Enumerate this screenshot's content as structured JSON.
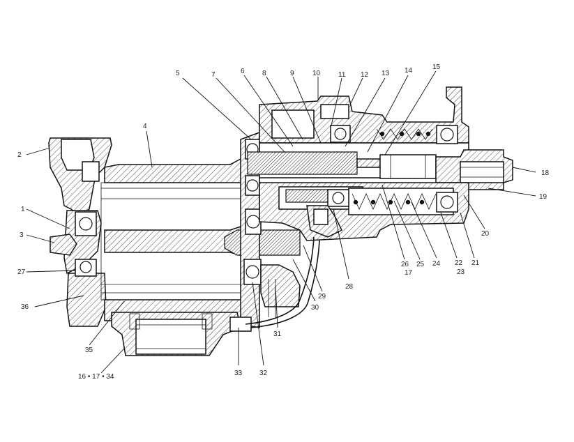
{
  "labels": {
    "l1": "1",
    "l2": "2",
    "l3": "3",
    "l4": "4",
    "l5": "5",
    "l6": "6",
    "l7": "7",
    "l8": "8",
    "l9": "9",
    "l10": "10",
    "l11": "11",
    "l12": "12",
    "l13": "13",
    "l14": "14",
    "l15": "15",
    "l16": "16 • 17 • 34",
    "l17": "17",
    "l18": "18",
    "l19": "19",
    "l20": "20",
    "l21": "21",
    "l22": "22",
    "l23": "23",
    "l24": "24",
    "l25": "25",
    "l26": "26",
    "l27": "27",
    "l28": "28",
    "l29": "29",
    "l30": "30",
    "l31": "31",
    "l32": "32",
    "l33": "33",
    "l35": "35",
    "l36": "36"
  }
}
